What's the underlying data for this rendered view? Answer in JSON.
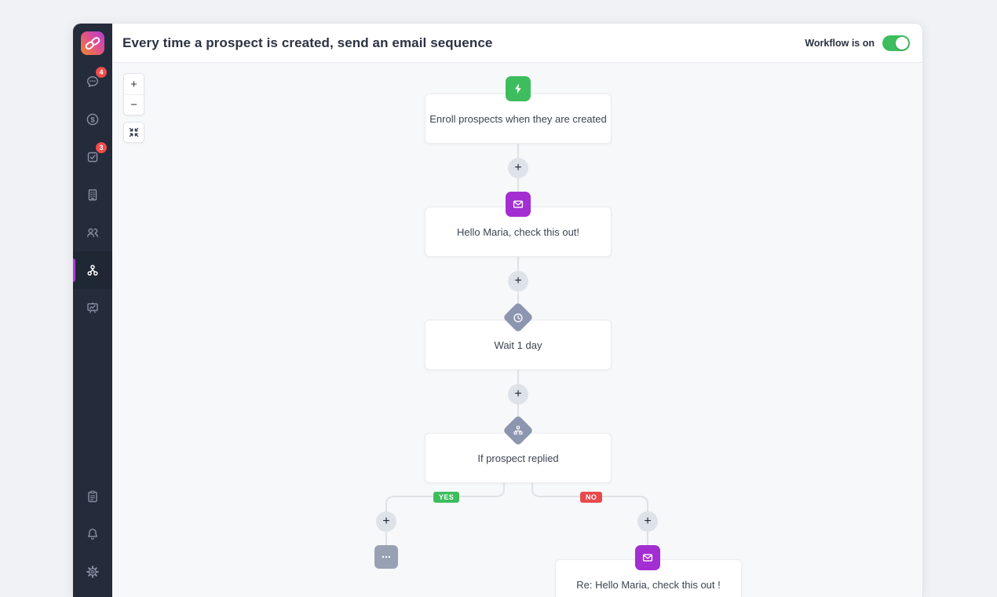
{
  "header": {
    "title": "Every time a prospect is created, send an email sequence",
    "toggle_label": "Workflow is on",
    "toggle_state": "on"
  },
  "sidebar": {
    "items": [
      {
        "name": "conversations",
        "icon": "chat-icon",
        "badge": "4"
      },
      {
        "name": "deals",
        "icon": "dollar-icon"
      },
      {
        "name": "tasks",
        "icon": "tasks-icon",
        "badge": "3"
      },
      {
        "name": "organizations",
        "icon": "building-icon"
      },
      {
        "name": "contacts",
        "icon": "contacts-icon"
      },
      {
        "name": "workflows",
        "icon": "workflow-icon",
        "active": true
      },
      {
        "name": "reports",
        "icon": "reports-icon"
      }
    ],
    "bottom_items": [
      {
        "name": "templates",
        "icon": "clipboard-icon"
      },
      {
        "name": "notifications",
        "icon": "bell-icon"
      },
      {
        "name": "settings",
        "icon": "gear-icon"
      }
    ],
    "dollar_glyph": "$"
  },
  "canvas": {
    "zoom_controls": {
      "zoom_in": "+",
      "zoom_out": "−",
      "fit": "fit-to-screen"
    },
    "add_label": "+",
    "nodes": [
      {
        "type": "trigger",
        "icon": "lightning-icon",
        "icon_color": "#3dbd5d",
        "label": "Enroll prospects when they are created"
      },
      {
        "type": "email",
        "icon": "envelope-icon",
        "icon_color": "#a32ed1",
        "label": "Hello Maria, check this out!"
      },
      {
        "type": "wait",
        "icon": "clock-icon",
        "icon_color": "#8d96b0",
        "label": "Wait 1 day"
      },
      {
        "type": "condition",
        "icon": "branch-icon",
        "icon_color": "#8d96b0",
        "label": "If prospect replied"
      },
      {
        "type": "placeholder",
        "icon": "ellipsis-icon",
        "icon_color": "#98a1b3",
        "label": ""
      },
      {
        "type": "email",
        "icon": "envelope-icon",
        "icon_color": "#a32ed1",
        "label": "Re: Hello Maria, check this out !"
      }
    ],
    "branch_labels": {
      "yes": "YES",
      "no": "NO"
    }
  },
  "colors": {
    "accent_green": "#3dbd5d",
    "accent_purple": "#a32ed1",
    "badge_red": "#ee4c4d",
    "branch_no_red": "#e9494b",
    "sidebar_bg": "#242b3a",
    "active_indicator": "#b13bdc",
    "diamond_gray": "#8d96b0",
    "canvas_bg": "#f7f8f9",
    "connector": "#dfe1e6"
  }
}
